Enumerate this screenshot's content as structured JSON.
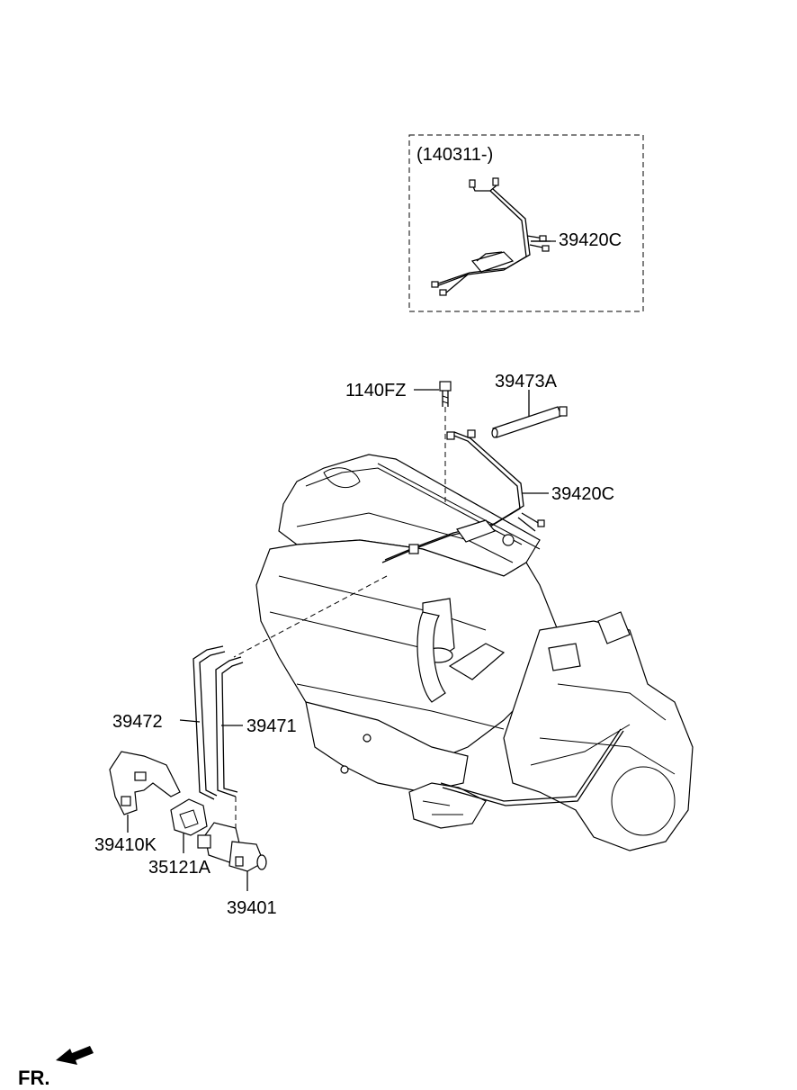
{
  "inset": {
    "title": "(140311-)",
    "part": "39420C"
  },
  "parts": {
    "bolt": "1140FZ",
    "hose_top": "39473A",
    "pipe": "39420C",
    "hose_left": "39472",
    "hose_right": "39471",
    "bracket": "39410K",
    "insulator": "35121A",
    "valve": "39401"
  },
  "direction": {
    "label": "FR."
  }
}
